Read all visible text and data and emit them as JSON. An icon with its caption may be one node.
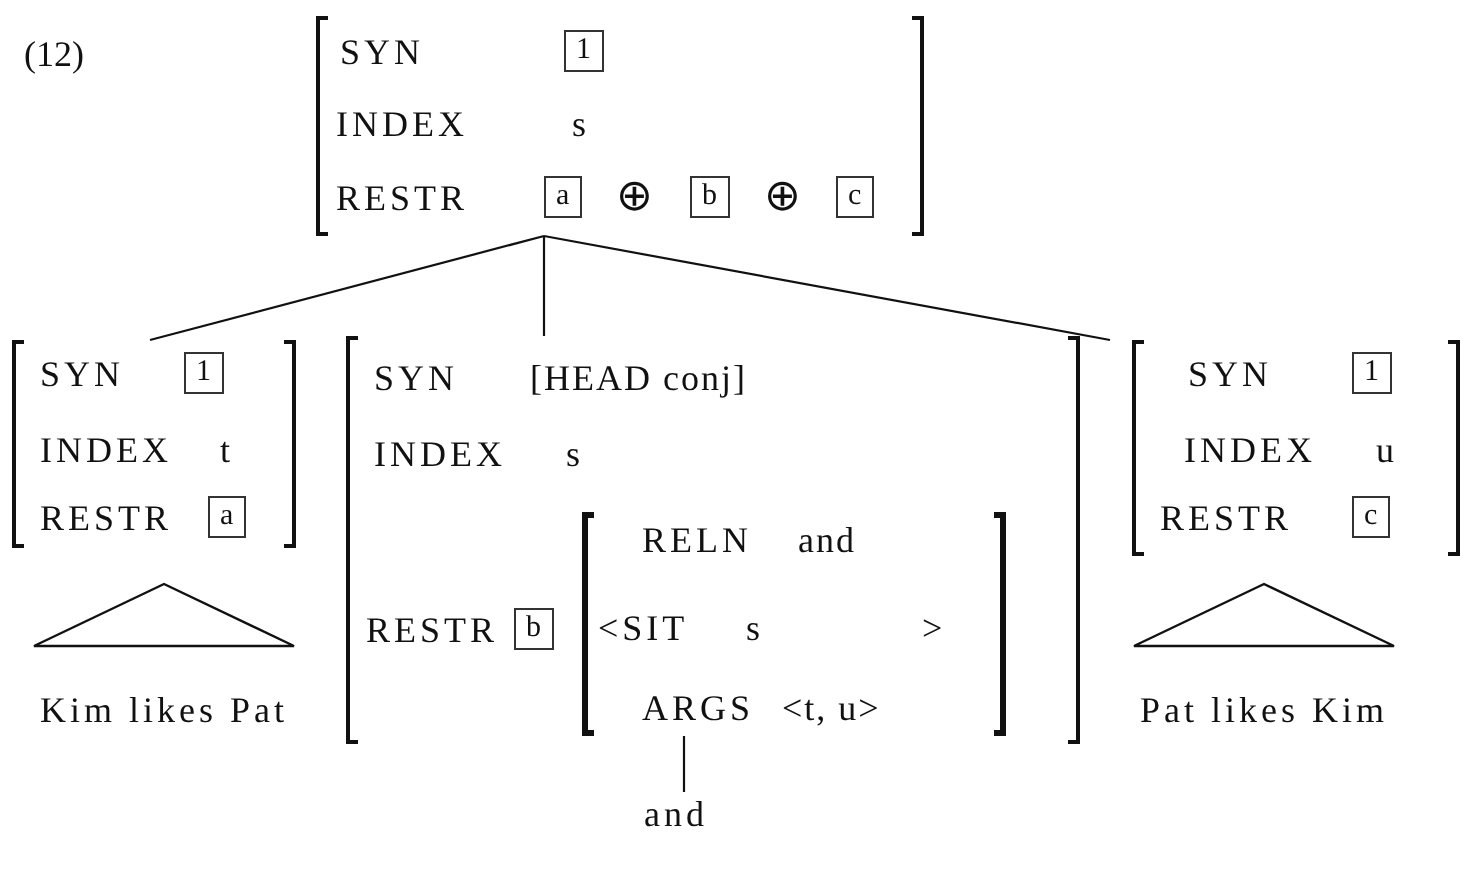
{
  "diagram": {
    "nodes": [
      {
        "text": [
          "SYN",
          "1",
          "INDEX",
          "s",
          "RESTR",
          "a",
          "⊕",
          "b",
          "⊕",
          "c"
        ]
      },
      {
        "text": [
          "SYN",
          "1",
          "INDEX",
          "t",
          "RESTR",
          "a"
        ]
      },
      {
        "text": [
          "SYN",
          "[HEAD conj]",
          "INDEX",
          "s",
          "RESTR",
          "b"
        ]
      },
      {
        "text": [
          "RELN",
          "and",
          "<SIT",
          "s",
          ">",
          "ARGS",
          "<t, u>"
        ],
        "in": 2
      },
      {
        "text": [
          "SYN",
          "1",
          "INDEX",
          "u",
          "RESTR",
          "c"
        ]
      },
      {
        "text": [],
        "shape": "triangle",
        "beside": [
          "Kim likes Pat"
        ]
      },
      {
        "text": [],
        "shape": "triangle",
        "beside": [
          "Pat likes Kim"
        ]
      },
      {
        "text": [
          "and"
        ]
      }
    ],
    "edges": [
      {
        "from": 0,
        "to": 1,
        "arrow": "none"
      },
      {
        "from": 0,
        "to": 2,
        "arrow": "none"
      },
      {
        "from": 0,
        "to": 4,
        "arrow": "none"
      },
      {
        "from": 3,
        "to": 7,
        "arrow": "none"
      }
    ],
    "labels": [
      "(12)"
    ]
  }
}
